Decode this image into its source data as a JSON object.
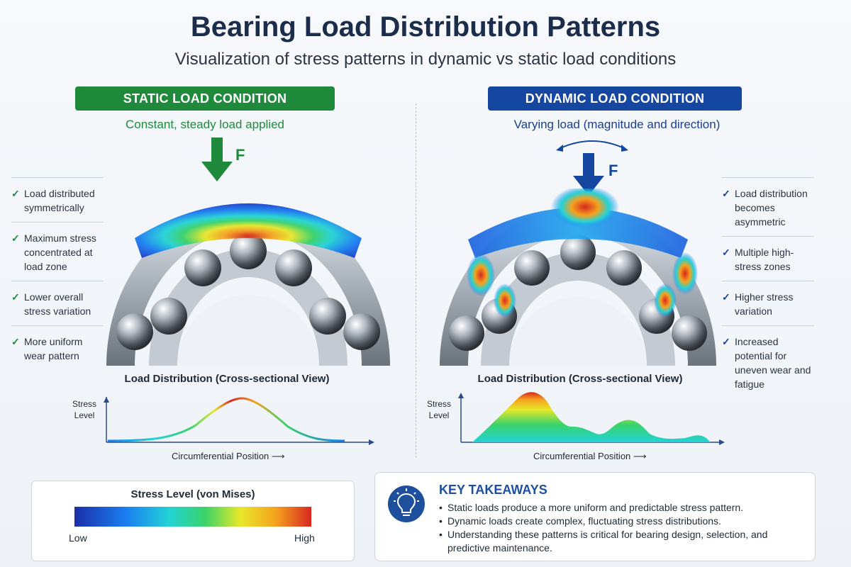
{
  "title": "Bearing Load Distribution Patterns",
  "subtitle": "Visualization of stress patterns in dynamic vs static load conditions",
  "static": {
    "banner": "STATIC LOAD CONDITION",
    "description": "Constant, steady load applied",
    "force_label": "F",
    "notes": [
      "Load distributed symmetrically",
      "Maximum stress concentrated at load zone",
      "Lower overall stress variation",
      "More uniform wear pattern"
    ],
    "chart_title": "Load Distribution (Cross-sectional View)",
    "y_label_line1": "Stress",
    "y_label_line2": "Level",
    "x_label": "Circumferential Position ⟶"
  },
  "dynamic": {
    "banner": "DYNAMIC LOAD CONDITION",
    "description": "Varying load (magnitude and direction)",
    "force_label": "F",
    "notes": [
      "Load distribution becomes asymmetric",
      "Multiple high-stress zones",
      "Higher stress variation",
      "Increased potential for uneven wear and fatigue"
    ],
    "chart_title": "Load Distribution (Cross-sectional View)",
    "y_label_line1": "Stress",
    "y_label_line2": "Level",
    "x_label": "Circumferential Position ⟶"
  },
  "legend": {
    "title": "Stress Level (von Mises)",
    "low": "Low",
    "high": "High",
    "colors": [
      "#1a2fa8",
      "#1a7ff0",
      "#22d3d6",
      "#39d36a",
      "#e8e82a",
      "#f5a21f",
      "#d6281f"
    ]
  },
  "takeaways": {
    "title": "KEY TAKEAWAYS",
    "items": [
      "Static loads produce a more uniform and predictable stress pattern.",
      "Dynamic loads create complex, fluctuating stress distributions.",
      "Understanding these patterns is critical for bearing design, selection, and predictive maintenance."
    ],
    "icon": "lightbulb-icon"
  },
  "check_icon": "✓"
}
